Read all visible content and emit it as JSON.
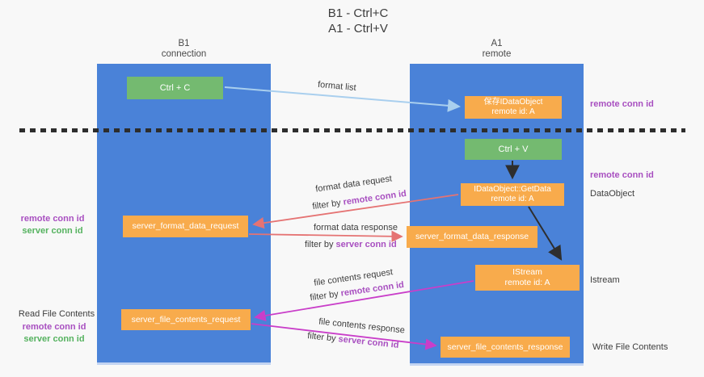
{
  "title": {
    "line1": "B1 - Ctrl+C",
    "line2": "A1 - Ctrl+V"
  },
  "columns": {
    "left": {
      "name": "B1",
      "role": "connection"
    },
    "right": {
      "name": "A1",
      "role": "remote"
    }
  },
  "boxes": {
    "ctrl_c": "Ctrl + C",
    "ctrl_v": "Ctrl + V",
    "save_idataobject": {
      "line1": "保存IDataObject",
      "line2": "remote id: A"
    },
    "getdata": {
      "line1": "IDataObject::GetData",
      "line2": "remote id: A"
    },
    "istream": {
      "line1": "IStream",
      "line2": "remote id: A"
    },
    "server_format_data_request": "server_format_data_request",
    "server_format_data_response": "server_format_data_response",
    "server_file_contents_request": "server_file_contents_request",
    "server_file_contents_response": "server_file_contents_response"
  },
  "arrow_labels": {
    "format_list": "format list",
    "format_data_request": "format data request",
    "format_data_response": "format data response",
    "file_contents_request": "file contents request",
    "file_contents_response": "file contents response",
    "filter_by": "filter by "
  },
  "labels": {
    "remote_conn_id": "remote conn id",
    "server_conn_id": "server conn id",
    "dataobject": "DataObject",
    "istream": "Istream",
    "read_file_contents": "Read File Contents",
    "write_file_contents": "Write File Contents"
  },
  "colors": {
    "column_blue": "#4a82d8",
    "box_green": "#74ba70",
    "box_orange": "#f8ab4c",
    "arrow_light_blue": "#a9cfee",
    "arrow_red": "#e57373",
    "arrow_magenta": "#c93ec9",
    "arrow_black": "#2e2e2e",
    "text_purple": "#a84fc0",
    "text_green": "#55b25f"
  }
}
